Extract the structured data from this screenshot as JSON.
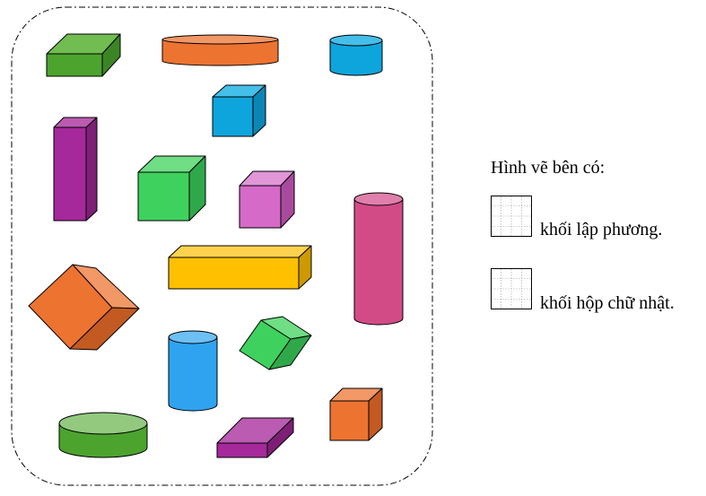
{
  "prompt": {
    "intro": "Hình vẽ bên có:",
    "cube_label": "khối lập phương.",
    "box_label": "khối hộp chữ nhật."
  },
  "shapes": [
    {
      "id": "green-flat-box-top-left",
      "kind": "cuboid",
      "color": "#4ca32e"
    },
    {
      "id": "orange-wide-cylinder",
      "kind": "cylinder",
      "color": "#ed7331"
    },
    {
      "id": "blue-short-cylinder",
      "kind": "cylinder",
      "color": "#0ea5dc"
    },
    {
      "id": "blue-cube",
      "kind": "cube",
      "color": "#0ea5dc"
    },
    {
      "id": "purple-tall-box",
      "kind": "cuboid",
      "color": "#a5299a"
    },
    {
      "id": "green-cube",
      "kind": "cube",
      "color": "#3fd15e"
    },
    {
      "id": "pink-cube",
      "kind": "cube",
      "color": "#d56ac9"
    },
    {
      "id": "pink-tall-cylinder",
      "kind": "cylinder",
      "color": "#d24b87"
    },
    {
      "id": "yellow-long-box",
      "kind": "cuboid",
      "color": "#ffc000"
    },
    {
      "id": "orange-tilted-cube",
      "kind": "cube",
      "color": "#ed7331"
    },
    {
      "id": "blue-cylinder",
      "kind": "cylinder",
      "color": "#2fa3ef"
    },
    {
      "id": "green-tilted-cube",
      "kind": "cube",
      "color": "#3fd15e"
    },
    {
      "id": "green-flat-cylinder",
      "kind": "cylinder",
      "color": "#4ca32e"
    },
    {
      "id": "purple-flat-box",
      "kind": "cuboid",
      "color": "#a5299a"
    },
    {
      "id": "orange-cube",
      "kind": "cube",
      "color": "#ed7331"
    }
  ]
}
